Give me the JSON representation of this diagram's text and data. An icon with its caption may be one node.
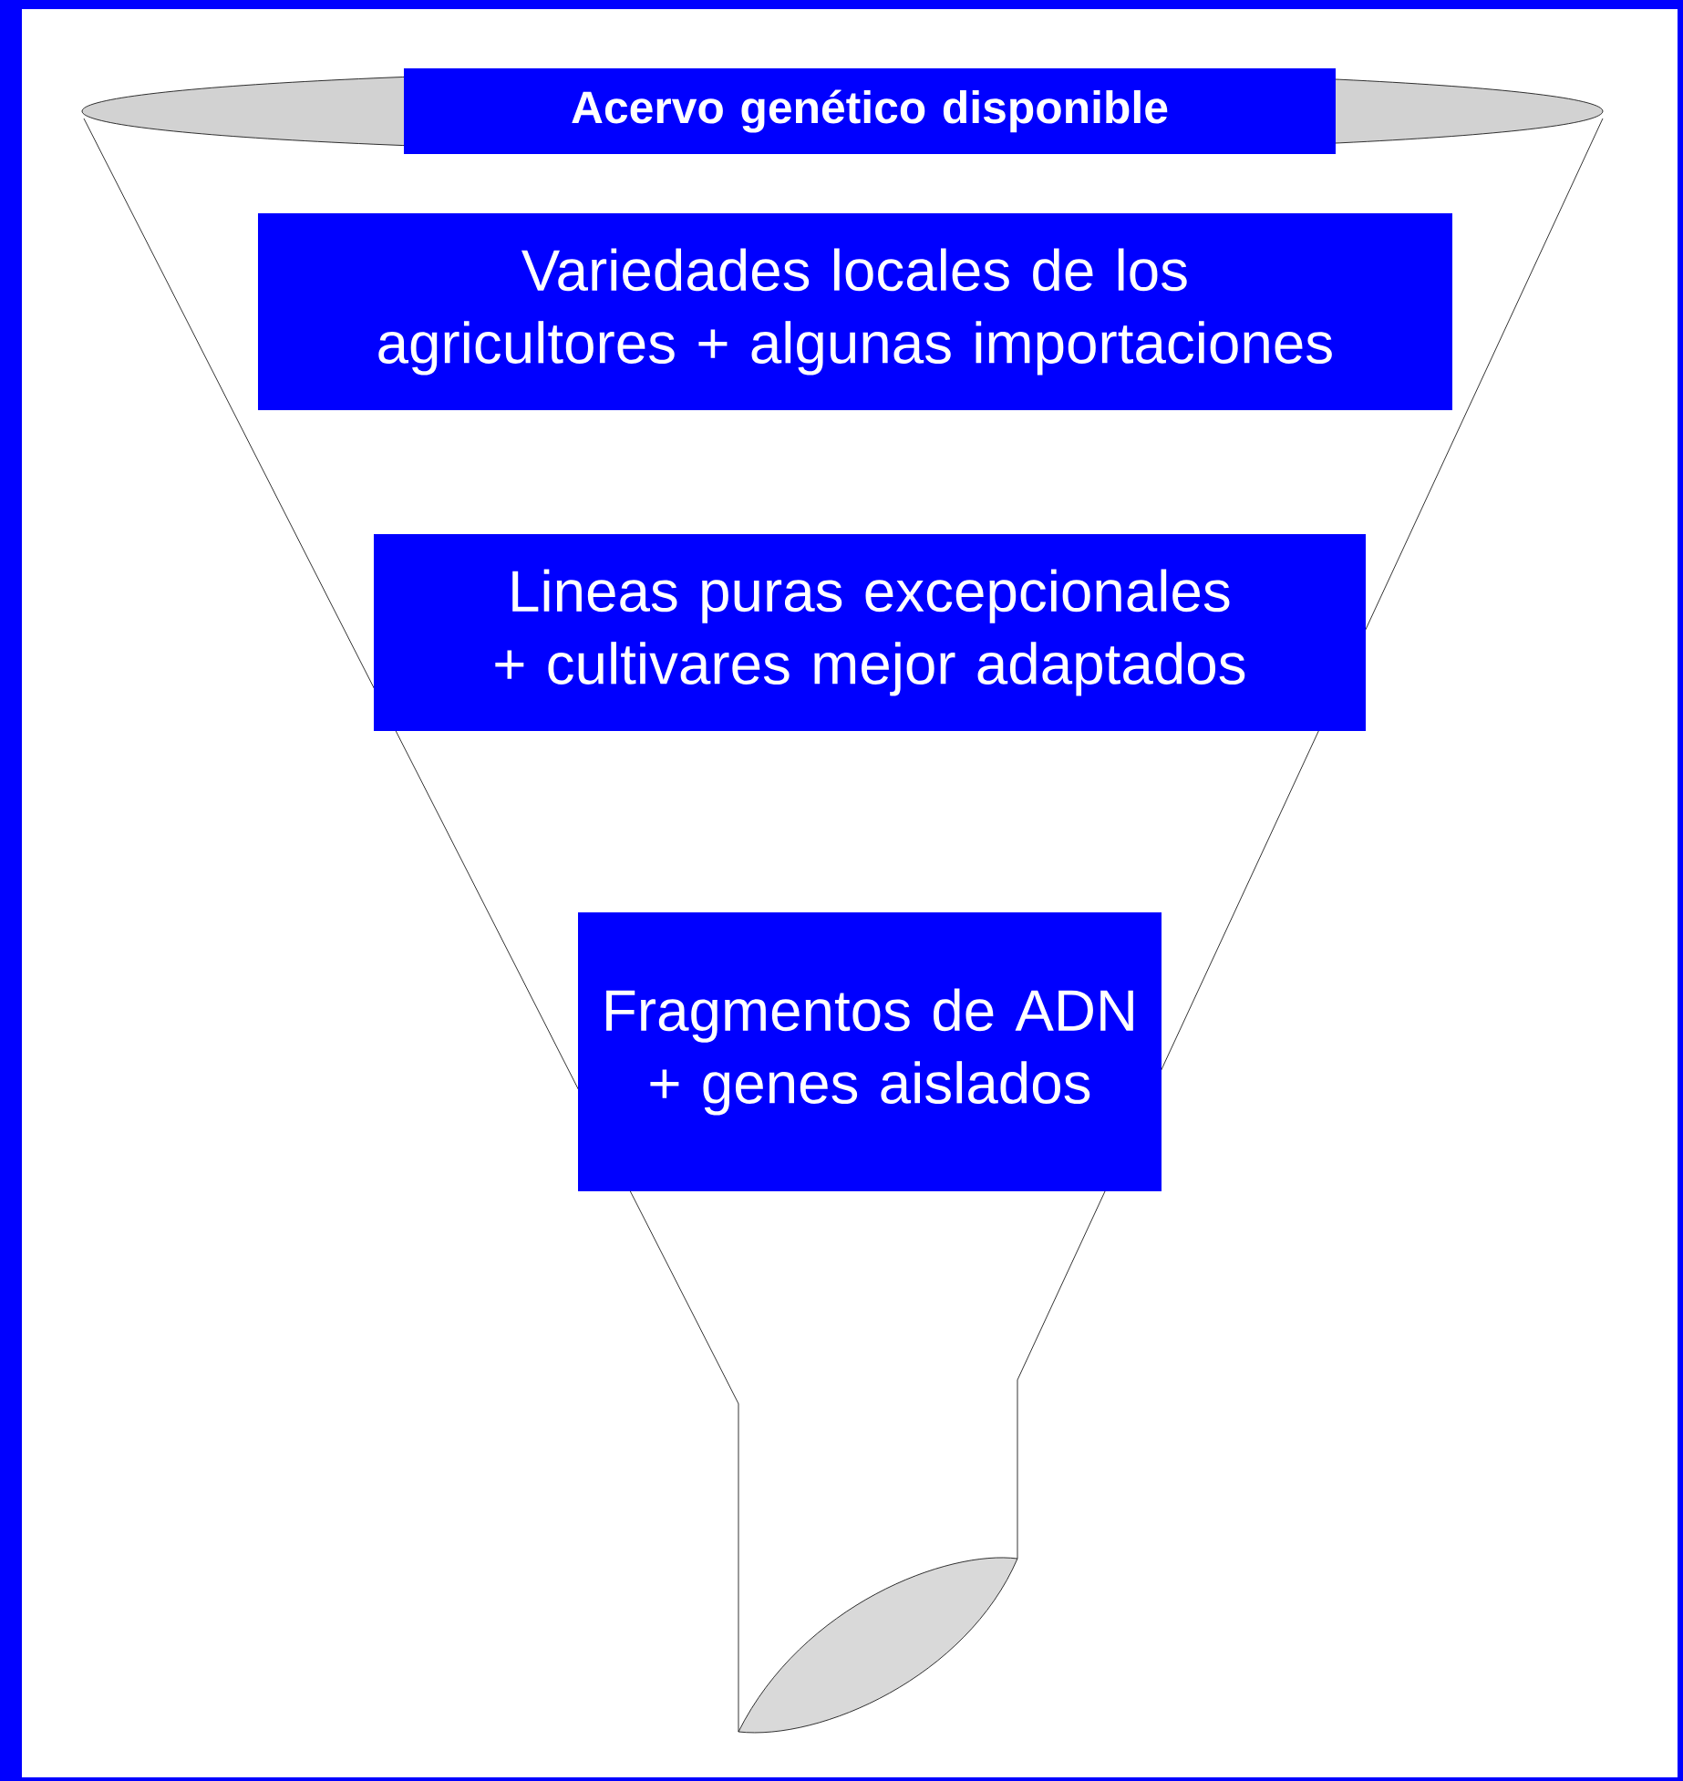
{
  "diagram": {
    "nodes": [
      {
        "text": [
          "Acervo genético disponible"
        ]
      },
      {
        "text": [
          "Variedades locales de los agricultores + algunas importaciones"
        ]
      },
      {
        "text": [
          "Lineas puras excepcionales + cultivares mejor adaptados"
        ]
      },
      {
        "text": [
          "Fragmentos de ADN + genes aislados"
        ]
      }
    ]
  }
}
